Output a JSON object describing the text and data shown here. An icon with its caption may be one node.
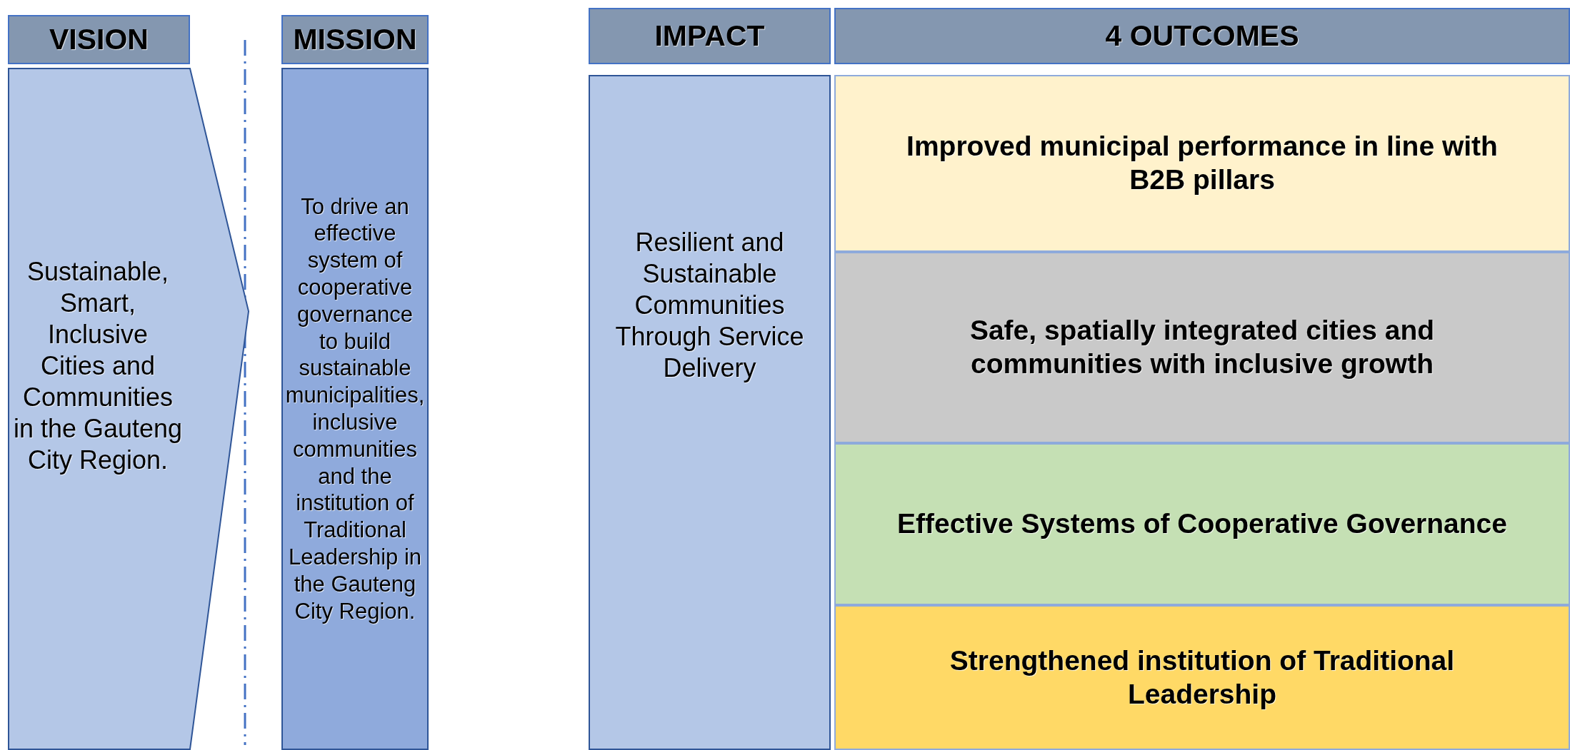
{
  "diagram": {
    "nodes": [
      {
        "text": [
          "VISION"
        ]
      },
      {
        "text": [
          "Sustainable, Smart, Inclusive Cities and Communities in the Gauteng City Region."
        ]
      },
      {
        "text": [
          "MISSION"
        ]
      },
      {
        "text": [
          "To drive an effective system of cooperative governance to build sustainable municipalities, inclusive communities and the institution of Traditional Leadership in the Gauteng City Region."
        ]
      },
      {
        "text": [
          "IMPACT"
        ]
      },
      {
        "text": [
          "4 OUTCOMES"
        ]
      },
      {
        "text": [
          "Resilient and Sustainable Communities Through Service Delivery"
        ]
      },
      {
        "text": [
          "Improved municipal performance in line with B2B pillars"
        ]
      },
      {
        "text": [
          "Safe, spatially integrated cities and communities with inclusive growth"
        ]
      },
      {
        "text": [
          "Effective Systems of Cooperative Governance"
        ]
      },
      {
        "text": [
          "Strengthened institution of Traditional Leadership"
        ]
      }
    ]
  }
}
